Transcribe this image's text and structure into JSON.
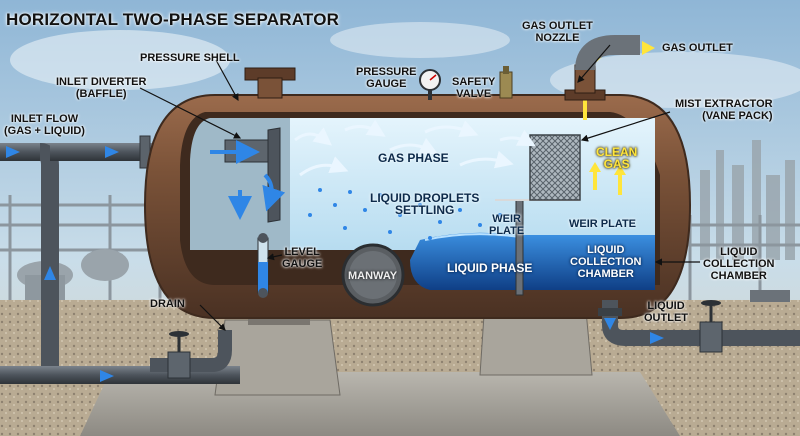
{
  "title": "HORIZONTAL TWO-PHASE SEPARATOR",
  "labels": {
    "pressure_shell": "PRESSURE SHELL",
    "inlet_diverter": "INLET DIVERTER\n(BAFFLE)",
    "inlet_flow": "INLET FLOW\n(GAS + LIQUID)",
    "pressure_gauge": "PRESSURE\nGAUGE",
    "safety_valve": "SAFETY\nVALVE",
    "gas_outlet_nozzle": "GAS OUTLET\nNOZZLE",
    "gas_outlet": "GAS OUTLET",
    "mist_extractor": "MIST EXTRACTOR\n(VANE PACK)",
    "clean_gas": "CLEAN\nGAS",
    "gas_phase": "GAS PHASE",
    "liquid_droplets": "LIQUID DROPLETS\nSETTLING",
    "weir_plate_inner": "WEIR\nPLATE",
    "weir_plate": "WEIR PLATE",
    "liquid_phase": "LIQUID PHASE",
    "liquid_collection_inner": "LIQUID\nCOLLECTION\nCHAMBER",
    "liquid_collection_outer": "LIQUID\nCOLLECTION\nCHAMBER",
    "level_gauge": "LEVEL\nGAUGE",
    "manway": "MANWAY",
    "drain": "DRAIN",
    "liquid_outlet": "LIQUID\nOUTLET"
  },
  "colors": {
    "sky": "#8fb6d6",
    "shell": "#7a5238",
    "pipe": "#4d545c",
    "gas_interior": "#cfe9f7",
    "liquid": "#1f6fc7",
    "flow_arrow": "#2f86e6",
    "gas_arrow": "#ffe53b"
  }
}
